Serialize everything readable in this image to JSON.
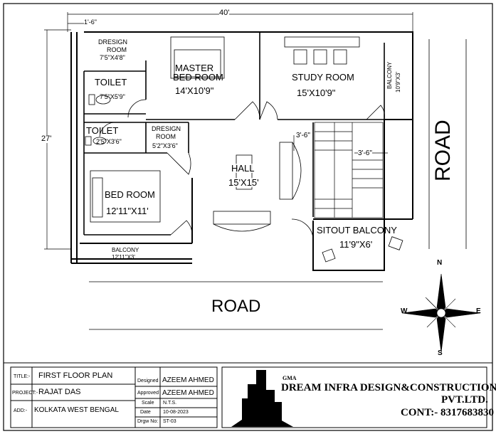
{
  "dimensions": {
    "width_total": "40'",
    "height_total": "27'",
    "offset_left": "1'-6\"",
    "stair_top": "3'-6\"",
    "stair_right": "3'-6\""
  },
  "rooms": {
    "dresign_room_top": {
      "name_line1": "DRESIGN",
      "name_line2": "ROOM",
      "size": "7'5\"X4'8\""
    },
    "toilet_top": {
      "name": "TOILET",
      "size": "7'5\"X5'9\""
    },
    "master_bed_room": {
      "name_line1": "MASTER",
      "name_line2": "BED ROOM",
      "size": "14'X10'9\""
    },
    "study_room": {
      "name": "STUDY ROOM",
      "size": "15'X10'9\""
    },
    "balcony_right": {
      "name": "BALCONY",
      "size": "10'9\"X3'"
    },
    "toilet_mid": {
      "name": "TOILET",
      "size": "2'5\"X3'6\""
    },
    "dresign_room_mid": {
      "name_line1": "DRESIGN",
      "name_line2": "ROOM",
      "size": "5'2\"X3'6\""
    },
    "hall": {
      "name": "HALL",
      "size": "15'X15'"
    },
    "bed_room": {
      "name": "BED ROOM",
      "size": "12'11\"X11'"
    },
    "sitout_balcony": {
      "name": "SITOUT BALCONY",
      "size": "11'9\"X6'"
    },
    "balcony_bottom": {
      "name": "BALCONY",
      "size": "12'11\"X3'"
    }
  },
  "roads": {
    "bottom": "ROAD",
    "right": "ROAD"
  },
  "compass": {
    "north": "N",
    "south": "S",
    "east": "E",
    "west": "W"
  },
  "title_block": {
    "title_label": "TITLE:-",
    "title_value": "FIRST FLOOR PLAN",
    "project_label": "PROJECT:-",
    "project_value": "RAJAT DAS",
    "add_label": "ADD:-",
    "add_value": "KOLKATA WEST BENGAL",
    "designed_label": "Designed",
    "designed_value": "AZEEM AHMED",
    "approved_label": "Approved",
    "approved_value": "AZEEM AHMED",
    "scale_label": "Scale",
    "scale_value": "N.T.S.",
    "date_label": "Date",
    "date_value": "10-08-2023",
    "drgw_label": "Drgw No:",
    "drgw_value": "ST-03"
  },
  "company": {
    "logo_mark": "GMA",
    "name_line1": "DREAM INFRA DESIGN&CONSTRUCTION",
    "name_line2": "PVT.LTD.",
    "contact": "CONT:- 8317683830"
  }
}
